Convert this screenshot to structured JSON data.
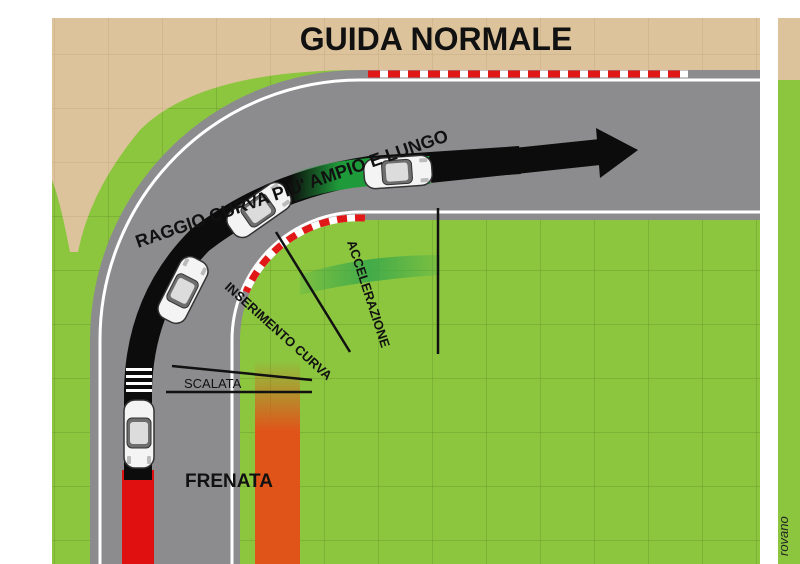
{
  "title": "GUIDA  NORMALE",
  "labels": {
    "radius": "RAGGIO CURVA PIU' AMPIO E LUNGO",
    "acceleration": "ACCELERAZIONE",
    "turn_in": "INSERIMENTO CURVA",
    "downshift": "SCALATA",
    "braking": "FRENATA"
  },
  "credit": "rovano",
  "colors": {
    "grass": "#8cc63f",
    "sand": "#dcc39b",
    "asphalt": "#8c8c8e",
    "braking_band": "#e01010",
    "acceleration_band": "#1f9a3a",
    "trajectory": "#0c0c0c",
    "curb_red": "#e01818",
    "line_white": "#ffffff",
    "inner_orange": "#e0541a"
  },
  "icons": [
    "car-icon",
    "arrow-head-icon"
  ]
}
